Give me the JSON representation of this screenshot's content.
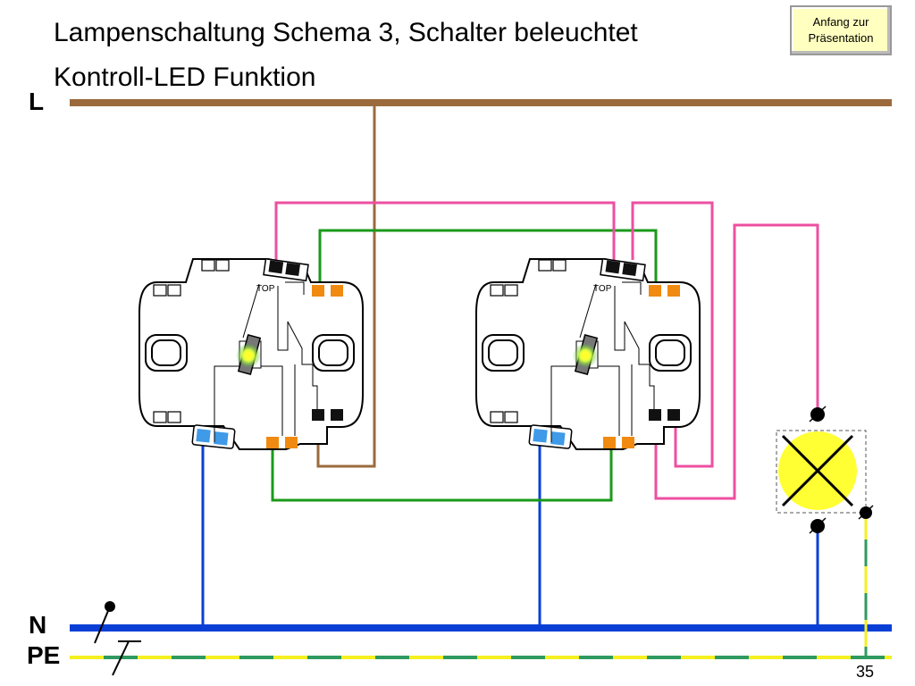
{
  "title": {
    "line1": "Lampenschaltung Schema 3, Schalter beleuchtet",
    "line2": "Kontroll-LED Funktion"
  },
  "nav_button": {
    "line1": "Anfang zur",
    "line2": "Präsentation"
  },
  "rails": {
    "L": "L",
    "N": "N",
    "PE": "PE"
  },
  "switches": [
    {
      "top_label": "TOP"
    },
    {
      "top_label": "TOP"
    }
  ],
  "page_number": "35",
  "colors": {
    "phase": "#9b6a3c",
    "neutral": "#0a3fd6",
    "traveler": "#1a9a1a",
    "switched": "#ee4fa0",
    "pe_green": "#2f9a60",
    "pe_yellow": "#f5f020",
    "lamp": "#ffff33",
    "terminal_orange": "#f08a10",
    "terminal_blue": "#3f9ae8"
  }
}
